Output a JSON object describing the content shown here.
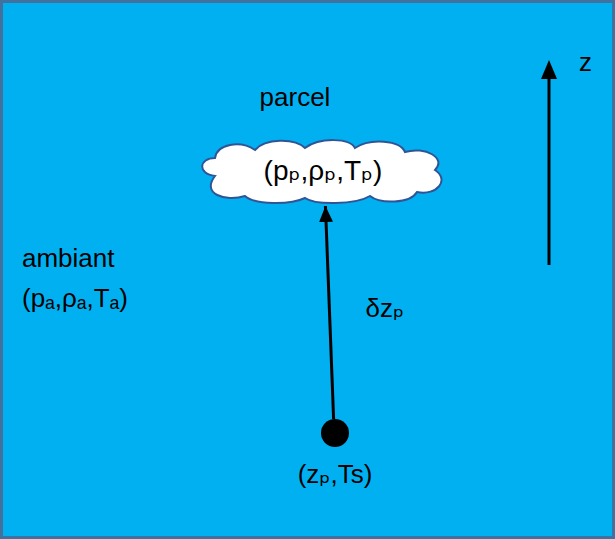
{
  "diagram": {
    "nodes": [
      {
        "text": [
          "parcel",
          "(pₚ,ρₚ,Tₚ)"
        ]
      },
      {
        "text": [
          "(zₚ,Ts)"
        ]
      }
    ],
    "edges": [
      {
        "from": 1,
        "to": 0,
        "arrow": "to",
        "label": "δzₚ"
      }
    ],
    "labels": [
      "ambiant",
      "(pₐ,ρₐ,Tₐ)",
      "z"
    ]
  }
}
